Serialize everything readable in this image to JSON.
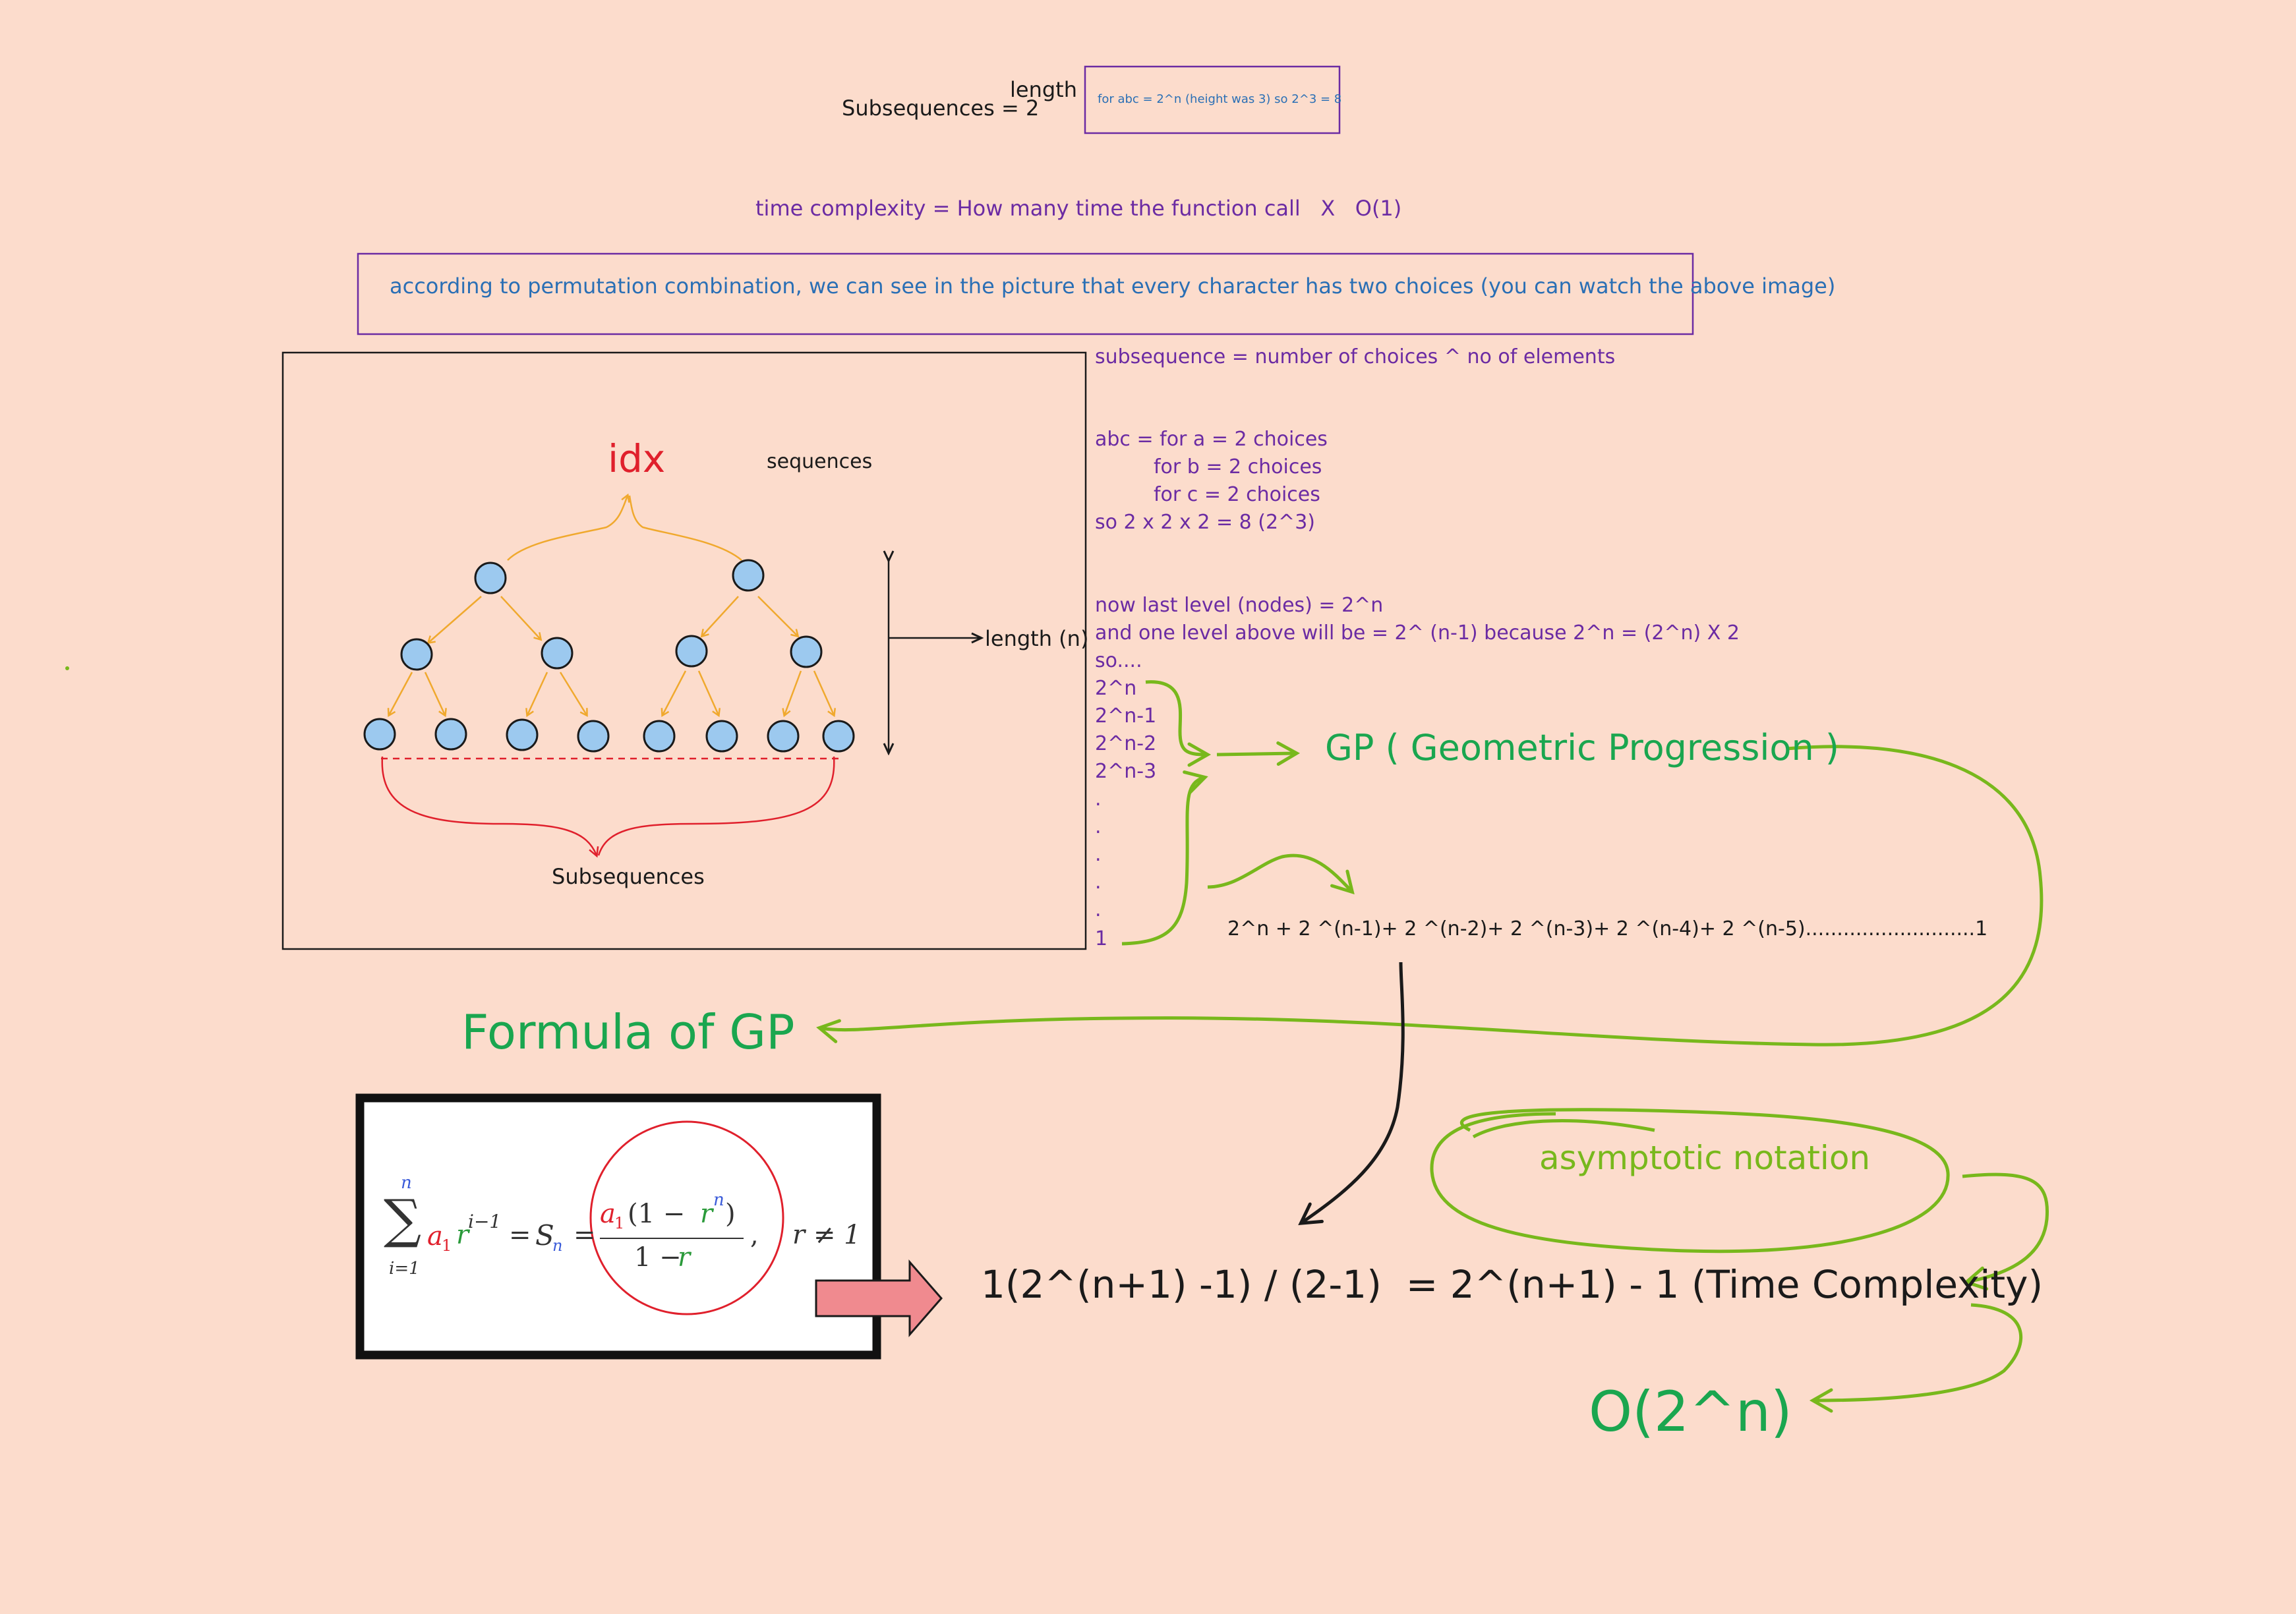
{
  "header": {
    "subseq_formula": "Subsequences = 2",
    "superscript": "length",
    "note": "for abc = 2^n (height was 3) so 2^3 = 8"
  },
  "time_complexity_line": "time complexity = How many time the function call   X   O(1)",
  "permutation_note": "according to permutation combination, we can see in the picture that every character has two choices (you can watch the above image)",
  "tree": {
    "root_label": "idx",
    "sequences_label": "sequences",
    "length_label": "length (n)",
    "subsequences_label": "Subsequences"
  },
  "explanation": {
    "line1": "subsequence = number of choices ^ no of elements",
    "abc_lines": [
      "abc = for a = 2 choices",
      "for b = 2 choices",
      "for c = 2 choices",
      "so 2 x 2 x 2 = 8 (2^3)"
    ],
    "level_lines": [
      "now last level (nodes) = 2^n",
      "and one level above will be = 2^ (n-1) because 2^n = (2^n) X 2",
      "so...."
    ],
    "series_list": [
      "2^n",
      "2^n-1",
      "2^n-2",
      "2^n-3",
      ".",
      ".",
      ".",
      ".",
      ".",
      "1"
    ]
  },
  "gp_label": "GP ( Geometric Progression )",
  "series_sum": "2^n + 2 ^(n-1)+ 2 ^(n-2)+ 2 ^(n-3)+ 2 ^(n-4)+ 2 ^(n-5)...........................1",
  "formula_title": "Formula of GP",
  "formula": {
    "sigma": "∑",
    "upper": "n",
    "lower": "i=1",
    "a1": "a",
    "a1_sub": "1",
    "r": "r",
    "exp": "i−1",
    "eq": "=",
    "S": "S",
    "S_sub": "n",
    "eq2": "=",
    "num_a": "a",
    "num_sub": "1",
    "num_rest1": "(1 − ",
    "num_r": "r",
    "num_n": "n",
    "num_close": ")",
    "den": "1 − ",
    "den_r": "r",
    "comma": ",",
    "cond": "r ≠ 1"
  },
  "result_expression": "1(2^(n+1) -1) / (2-1)  = 2^(n+1) - 1 (Time Complexity)",
  "asymptotic_label": "asymptotic notation",
  "big_o": "O(2^n)",
  "colors": {
    "background": "#fcdccc",
    "node_fill": "#9cc9ef",
    "tree_arrow": "#f0a92e",
    "red": "#e0202c",
    "green_arrow": "#78b81c",
    "purple": "#6b2ba3",
    "arrow_block": "#f08a8f"
  },
  "icons": [
    "right-block-arrow-icon"
  ]
}
